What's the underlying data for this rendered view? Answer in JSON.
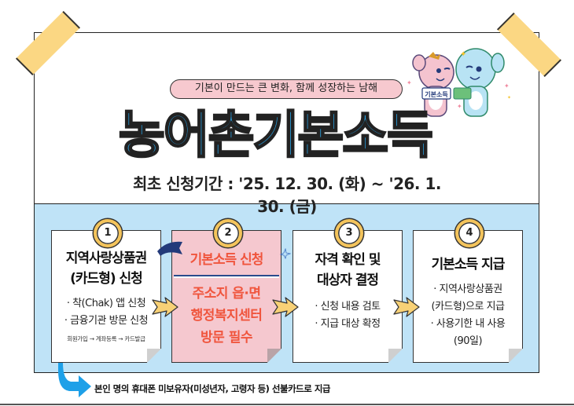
{
  "header": {
    "slogan": "기본이 만드는 큰 변화, 함께 성장하는 남해",
    "title": "농어촌기본소득",
    "period": "최초 신청기간 : '25. 12. 30. (화) ~ '26. 1. 30. (금)",
    "mascot_sign": "기본소득"
  },
  "steps": [
    {
      "number": "1",
      "title_lines": [
        "지역사랑상품권",
        "(카드형) 신청"
      ],
      "body_lines": [
        "· 착(Chak) 앱 신청",
        "· 금융기관 방문 신청"
      ],
      "note": "회원가입 → 계좌등록 → 카드발급"
    },
    {
      "number": "2",
      "title_lines": [
        "기본소득 신청"
      ],
      "body_lines": [
        "주소지 읍·면",
        "행정복지센터",
        "방문 필수"
      ]
    },
    {
      "number": "3",
      "title_lines": [
        "자격 확인 및",
        "대상자 결정"
      ],
      "body_lines": [
        "· 신청 내용 검토",
        "· 지급 대상 확정"
      ]
    },
    {
      "number": "4",
      "title_lines": [
        "기본소득 지급"
      ],
      "body_lines": [
        "· 지역사랑상품권",
        "(카드형)으로 지급",
        "· 사용기한 내 사용",
        "(90일)"
      ]
    }
  ],
  "footer": {
    "note": "본인 명의 휴대폰 미보유자(미성년자, 고령자 등) 선불카드로 지급"
  },
  "colors": {
    "title_blue": "#2aa5e8",
    "panel_blue": "#bfe3f7",
    "pill_pink": "#f7c9cf",
    "card_pink": "#f5c8cf",
    "accent_red": "#f0553d",
    "tape_yellow": "#fbd783",
    "ring_yellow": "#f4c45b"
  }
}
